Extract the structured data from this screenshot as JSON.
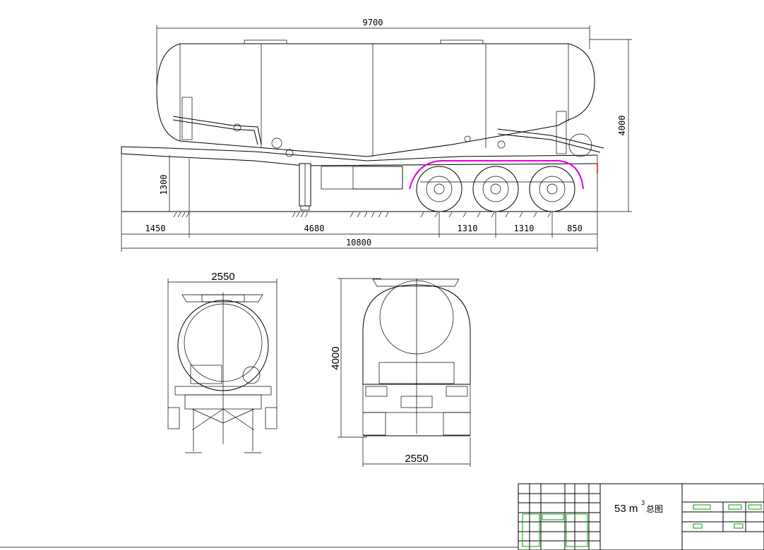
{
  "side_view": {
    "overall_length_top": "9700",
    "overall_height": "4000",
    "fifth_wheel_height": "1300",
    "dim_front": "1450",
    "dim_mid": "4680",
    "dim_axle_1": "1310",
    "dim_axle_2": "1310",
    "dim_rear": "850",
    "overall_length": "10800"
  },
  "front_view": {
    "width": "2550"
  },
  "rear_view": {
    "height": "4000",
    "width": "2550"
  },
  "title_block": {
    "title_main": "53 m",
    "title_super": "3",
    "title_suffix": "总图"
  },
  "colors": {
    "line": "#000000",
    "highlight": "#e000e0",
    "tb_text": "#00a000",
    "marker": "#e00000"
  }
}
